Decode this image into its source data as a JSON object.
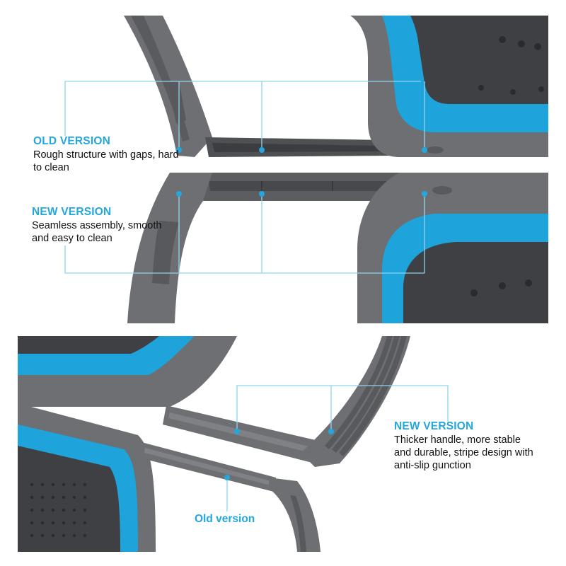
{
  "top_panel": {
    "old_version": {
      "title": "OLD VERSION",
      "description": "Rough structure with gaps, hard to clean"
    },
    "new_version": {
      "title": "NEW VERSION",
      "description": "Seamless assembly, smooth and easy to clean"
    }
  },
  "bottom_panel": {
    "new_version": {
      "title": "NEW VERSION",
      "description": "Thicker handle, more stable and durable, stripe design  with anti-slip gunction"
    },
    "old_version": {
      "title": "Old version"
    }
  },
  "colors": {
    "accent_blue": "#23a7dc",
    "callout_line": "#8fd3ee",
    "handle_gray": "#6e6f72",
    "handle_dark": "#4f5053",
    "silicone_blue": "#1fa3db",
    "basket_dark": "#3e4043"
  }
}
